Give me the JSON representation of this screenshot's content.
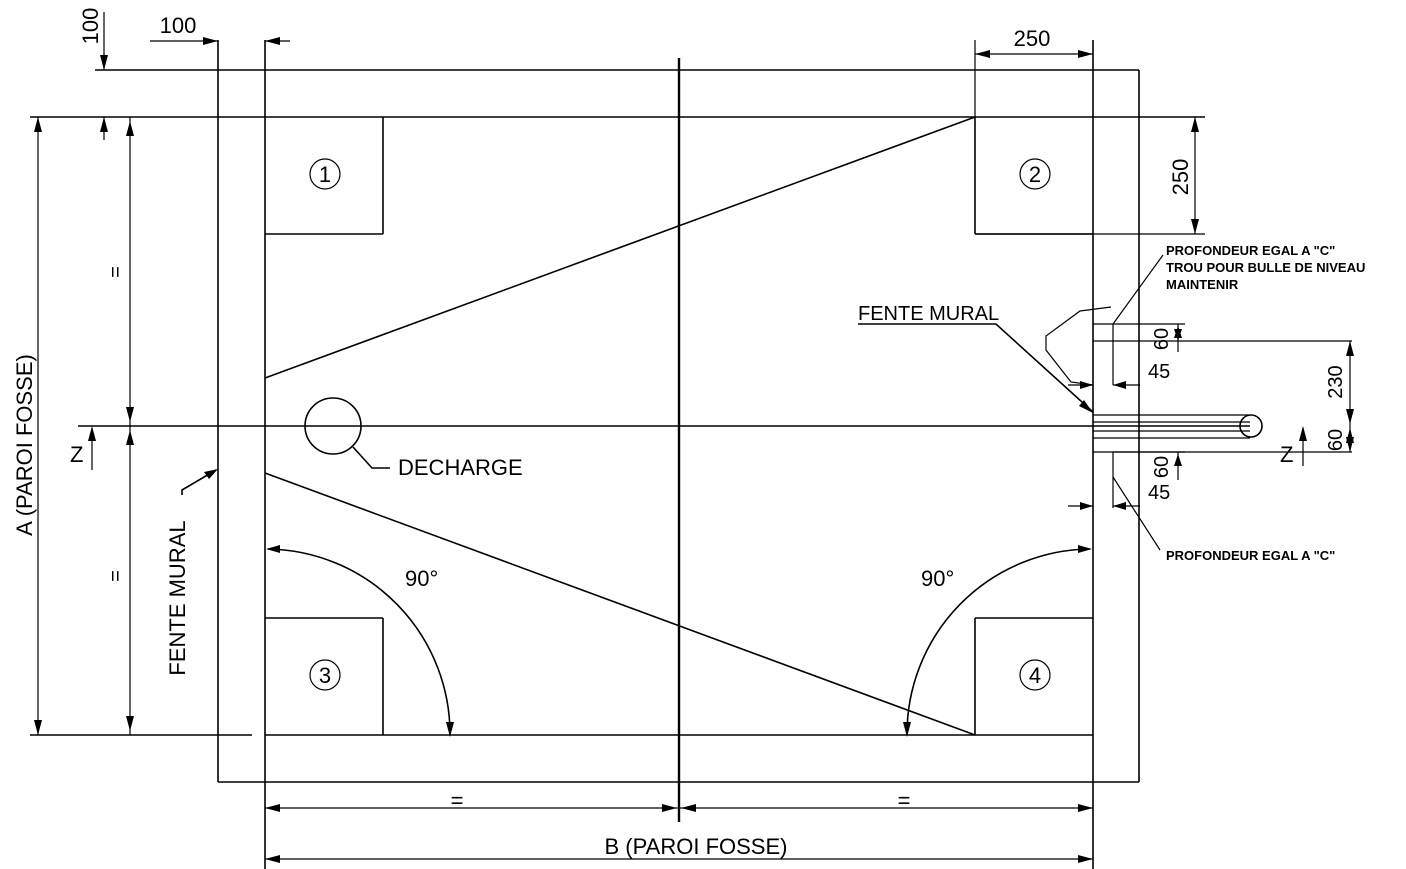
{
  "labels": {
    "dim_100_h": "100",
    "dim_100_v": "100",
    "dim_250_top": "250",
    "dim_250_right": "250",
    "dim_a": "A  (PAROI  FOSSE)",
    "dim_b": "B  (PAROI  FOSSE)",
    "equal_left_v": "=",
    "equal_right_v": "=",
    "equal_bottom_left": "=",
    "equal_bottom_right": "=",
    "z_left": "Z",
    "z_right": "Z",
    "fente_mural_left": "FENTE  MURAL",
    "fente_mural_right": "FENTE  MURAL",
    "decharge": "DECHARGE",
    "angle_left": "90°",
    "angle_right": "90°",
    "note_top_1": "PROFONDEUR EGAL A \"C\"",
    "note_top_2": "TROU POUR BULLE DE NIVEAU",
    "note_top_3": "MAINTENIR",
    "note_bottom": "PROFONDEUR EGAL A \"C\"",
    "dim_60_a": "60",
    "dim_45_a": "45",
    "dim_230": "230",
    "dim_60_b": "60",
    "dim_60_c": "60",
    "dim_45_b": "45"
  },
  "pads": [
    "1",
    "2",
    "3",
    "4"
  ]
}
